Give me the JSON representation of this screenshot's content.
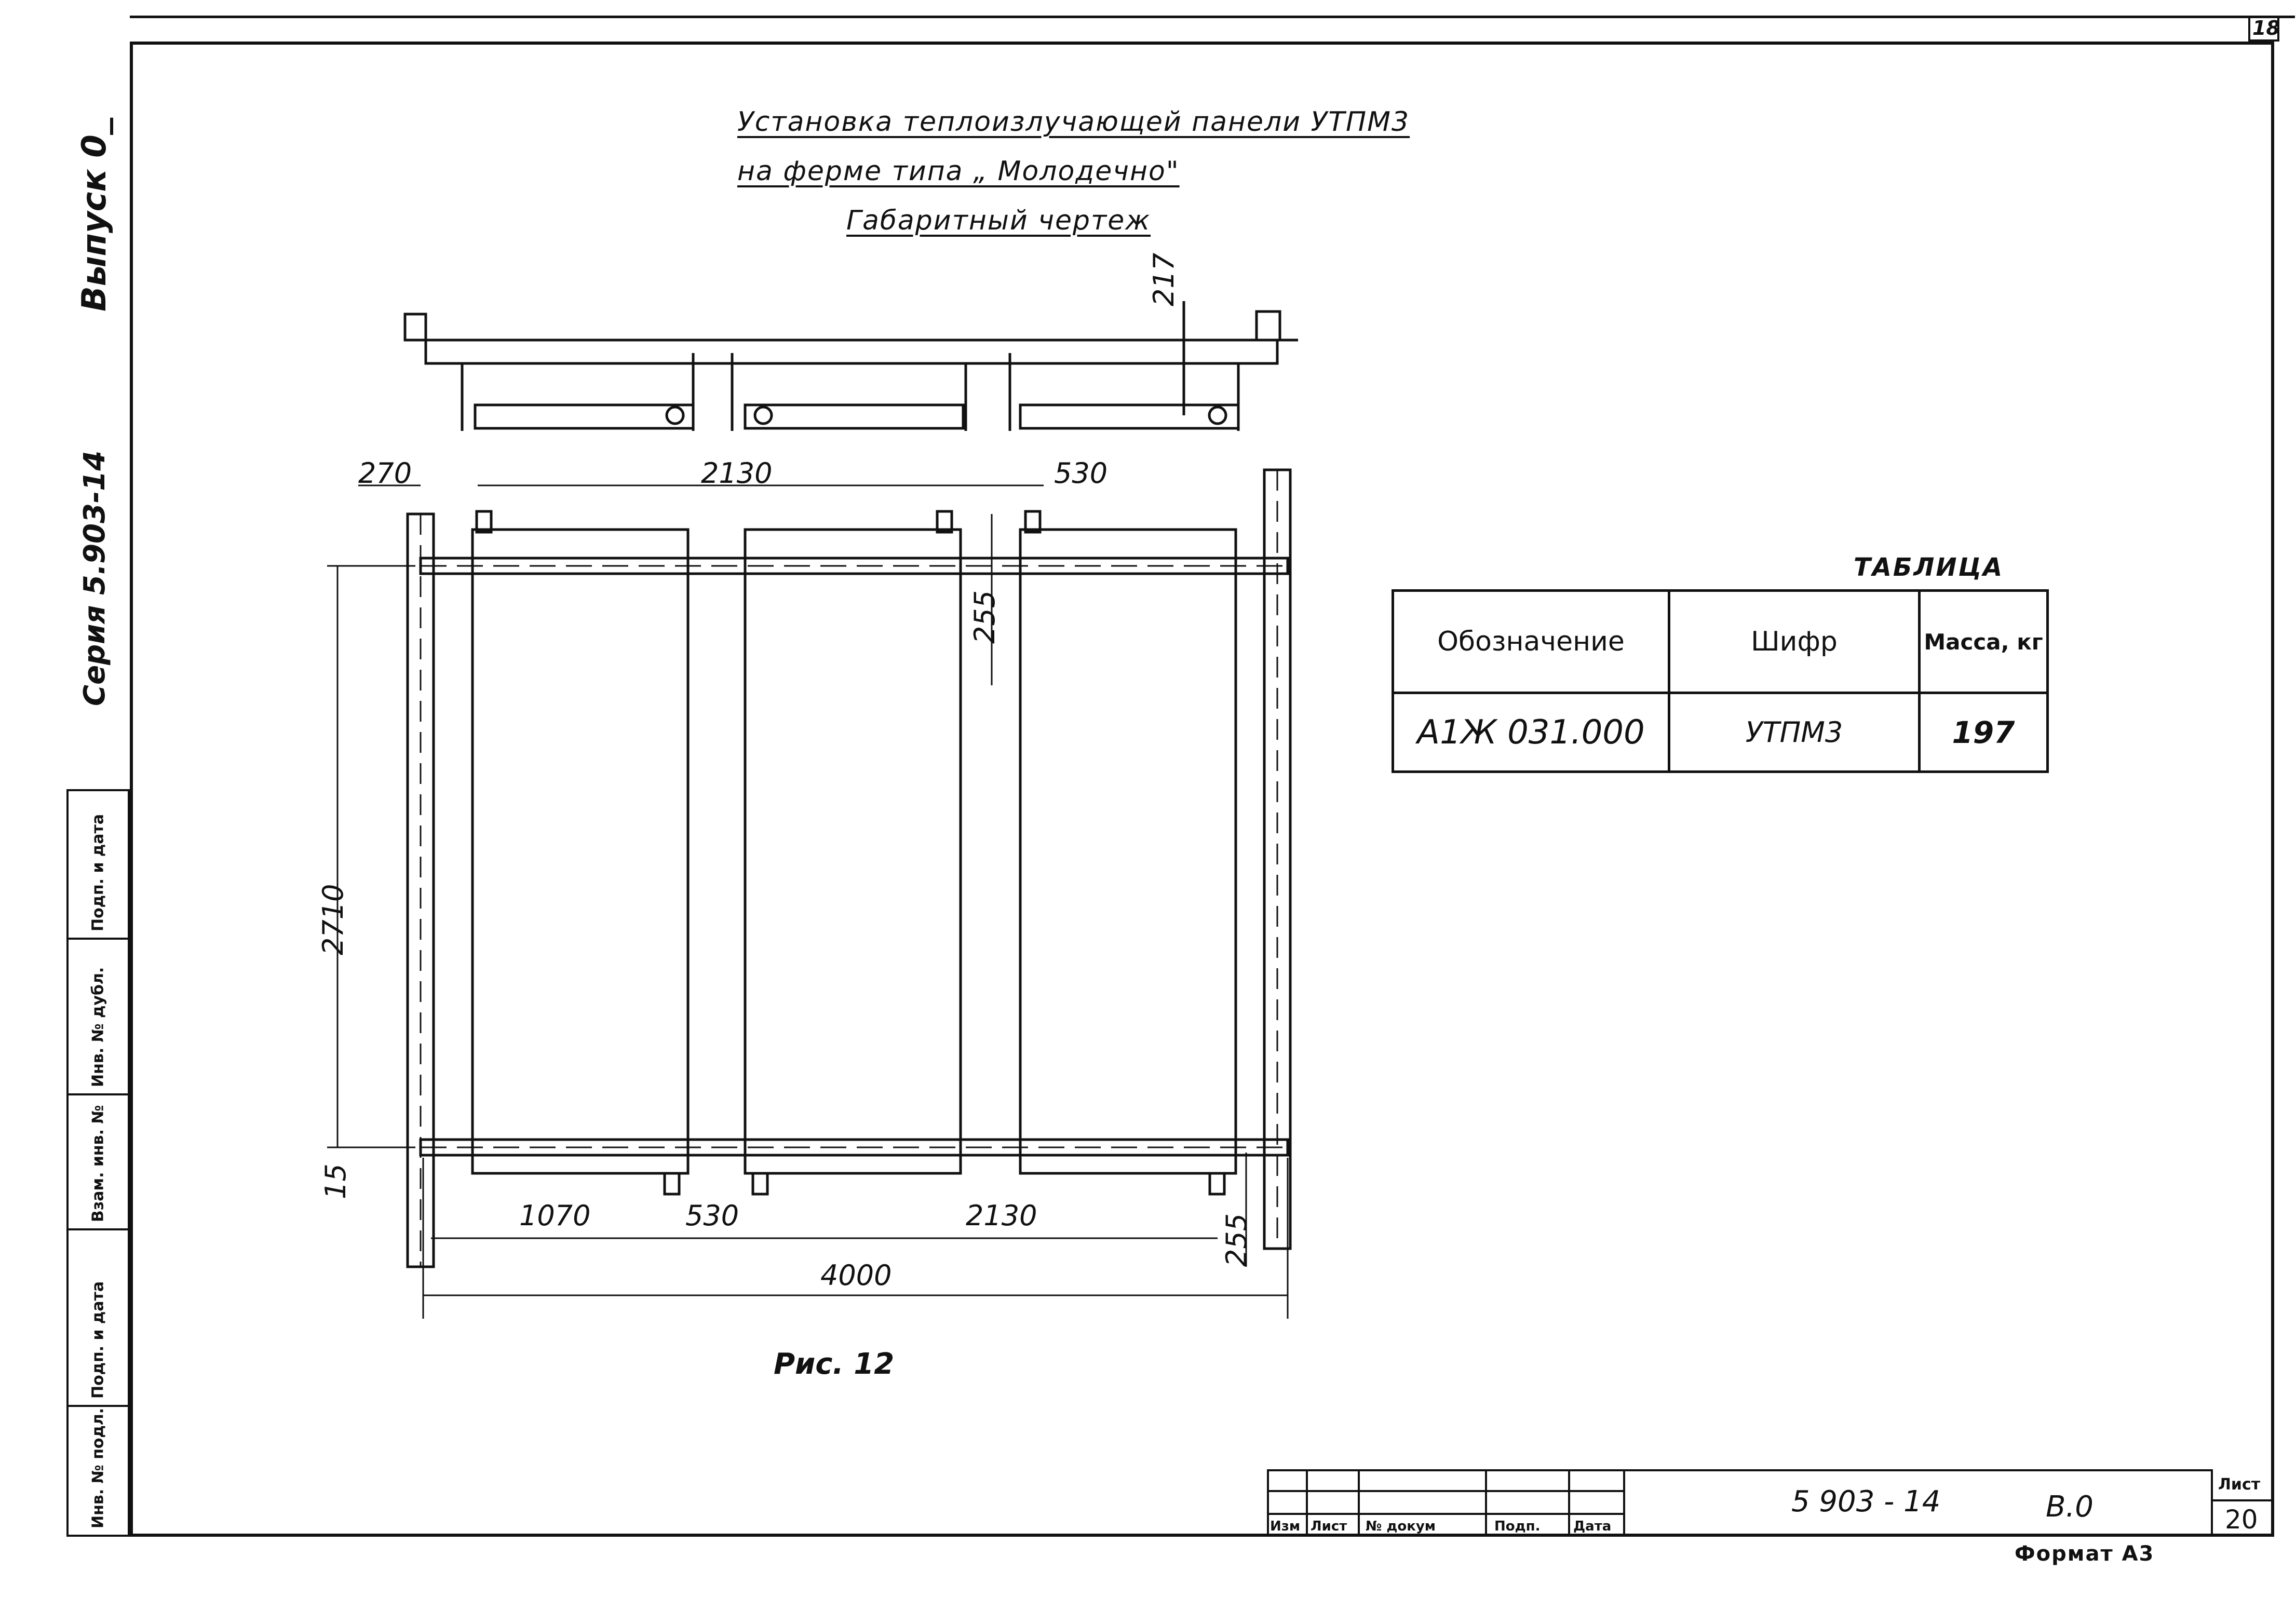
{
  "header": {
    "sheet_number_top": "18",
    "side_issue": "Выпуск 0_",
    "side_series": "Серия 5.903-14"
  },
  "title": {
    "line1": "Установка теплоизлучающей панели УТПМ3",
    "line2": "на  ферме      типа  „ Молодечно\"",
    "line3": "Габаритный  чертеж"
  },
  "drawing": {
    "caption": "Рис. 12",
    "dimensions": {
      "d217": "217",
      "d270": "270",
      "d2130_top": "2130",
      "d530_top": "530",
      "d255_top": "255",
      "d2710": "2710",
      "d15": "15",
      "d1070": "1070",
      "d530_bottom": "530",
      "d2130_bottom": "2130",
      "d255_bottom": "255",
      "d4000": "4000"
    }
  },
  "table": {
    "caption": "ТАБЛИЦА",
    "headers": [
      "Обозначение",
      "Шифр",
      "Масса, кг"
    ],
    "row": [
      "А1Ж 031.000",
      "УТПМ3",
      "197"
    ]
  },
  "left_strip": {
    "cells": [
      "Подп. и дата",
      "Инв. № дубл.",
      "Взам. инв. №",
      "Подп. и дата",
      "Инв. № подл."
    ]
  },
  "title_block": {
    "columns": [
      "Изм",
      "Лист",
      "№ докум",
      "Подп.",
      "Дата"
    ],
    "document_code": "5 903 - 14",
    "section": "В.0",
    "sheet_label": "Лист",
    "sheet_number": "20",
    "format": "Формат А3"
  }
}
